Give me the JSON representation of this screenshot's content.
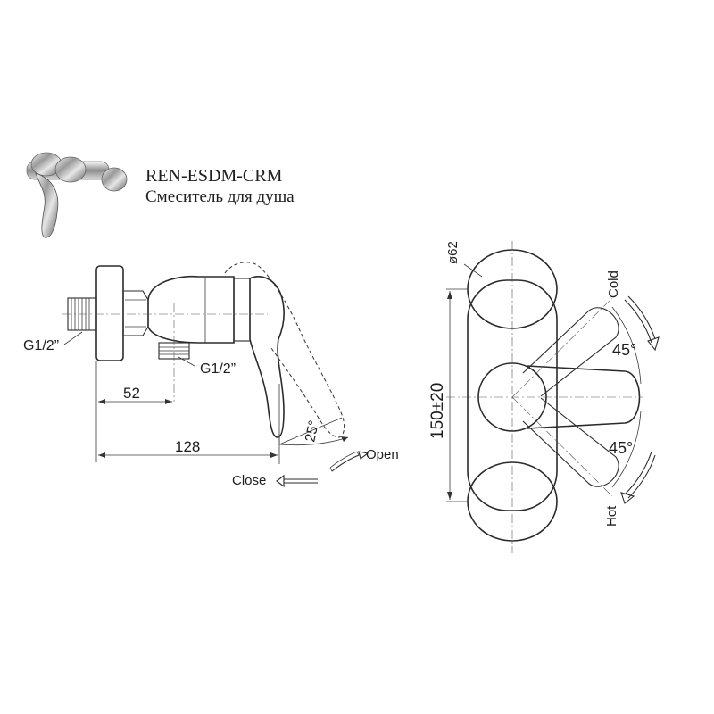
{
  "product": {
    "code": "REN-ESDM-CRM",
    "name": "Смеситель для душа"
  },
  "side_view": {
    "thread_left": "G1/2”",
    "thread_bottom": "G1/2”",
    "dim_52": "52",
    "dim_128": "128",
    "angle": "25°",
    "open_label": "Open",
    "close_label": "Close"
  },
  "front_view": {
    "diameter": "ø62",
    "height": "150±20",
    "angle_cold": "45°",
    "angle_hot": "45°",
    "cold_label": "Cold",
    "hot_label": "Hot"
  }
}
